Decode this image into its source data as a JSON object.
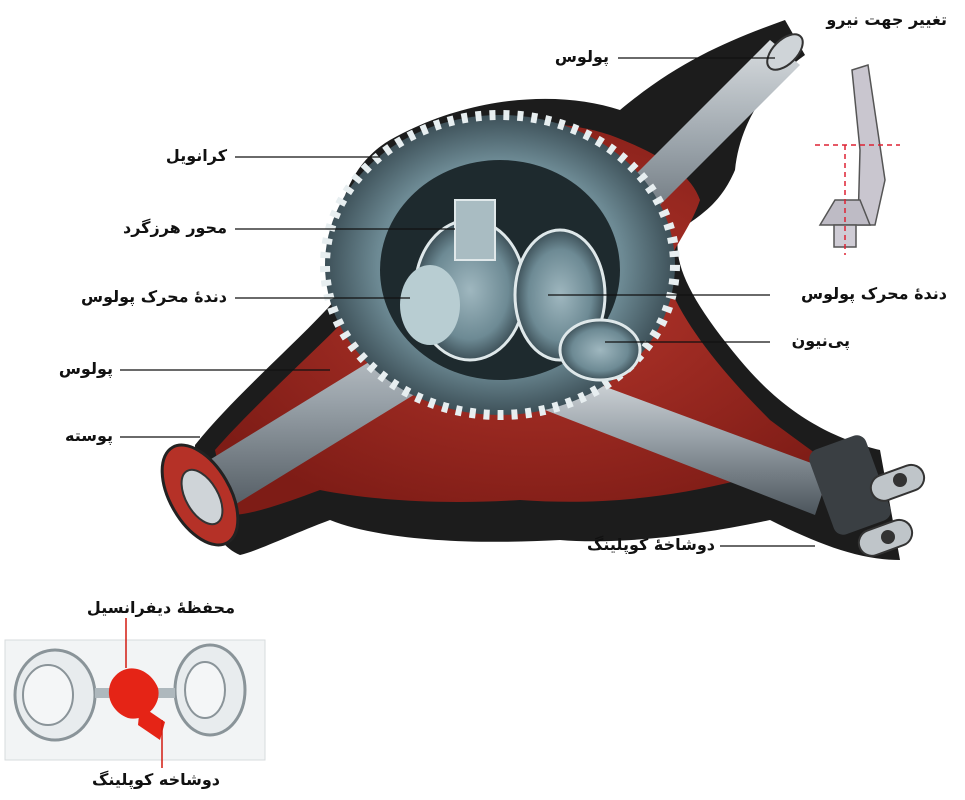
{
  "diagram": {
    "labels": {
      "axle_top": "پولوس",
      "force_direction": "تغییر جهت نیرو",
      "ring_gear": "کرانویل",
      "spider_shaft": "محور هرزگرد",
      "side_gear_left": "دندهٔ محرک پولوس",
      "axle_left": "پولوس",
      "housing": "پوسته",
      "side_gear_right": "دندهٔ محرک پولوس",
      "pinion": "پی‌نیون",
      "coupling_yoke": "دوشاخهٔ کوپلینگ"
    },
    "inset": {
      "housing_label": "محفظهٔ دیفرانسیل",
      "yoke_label": "دوشاخه کوپلینگ"
    }
  }
}
